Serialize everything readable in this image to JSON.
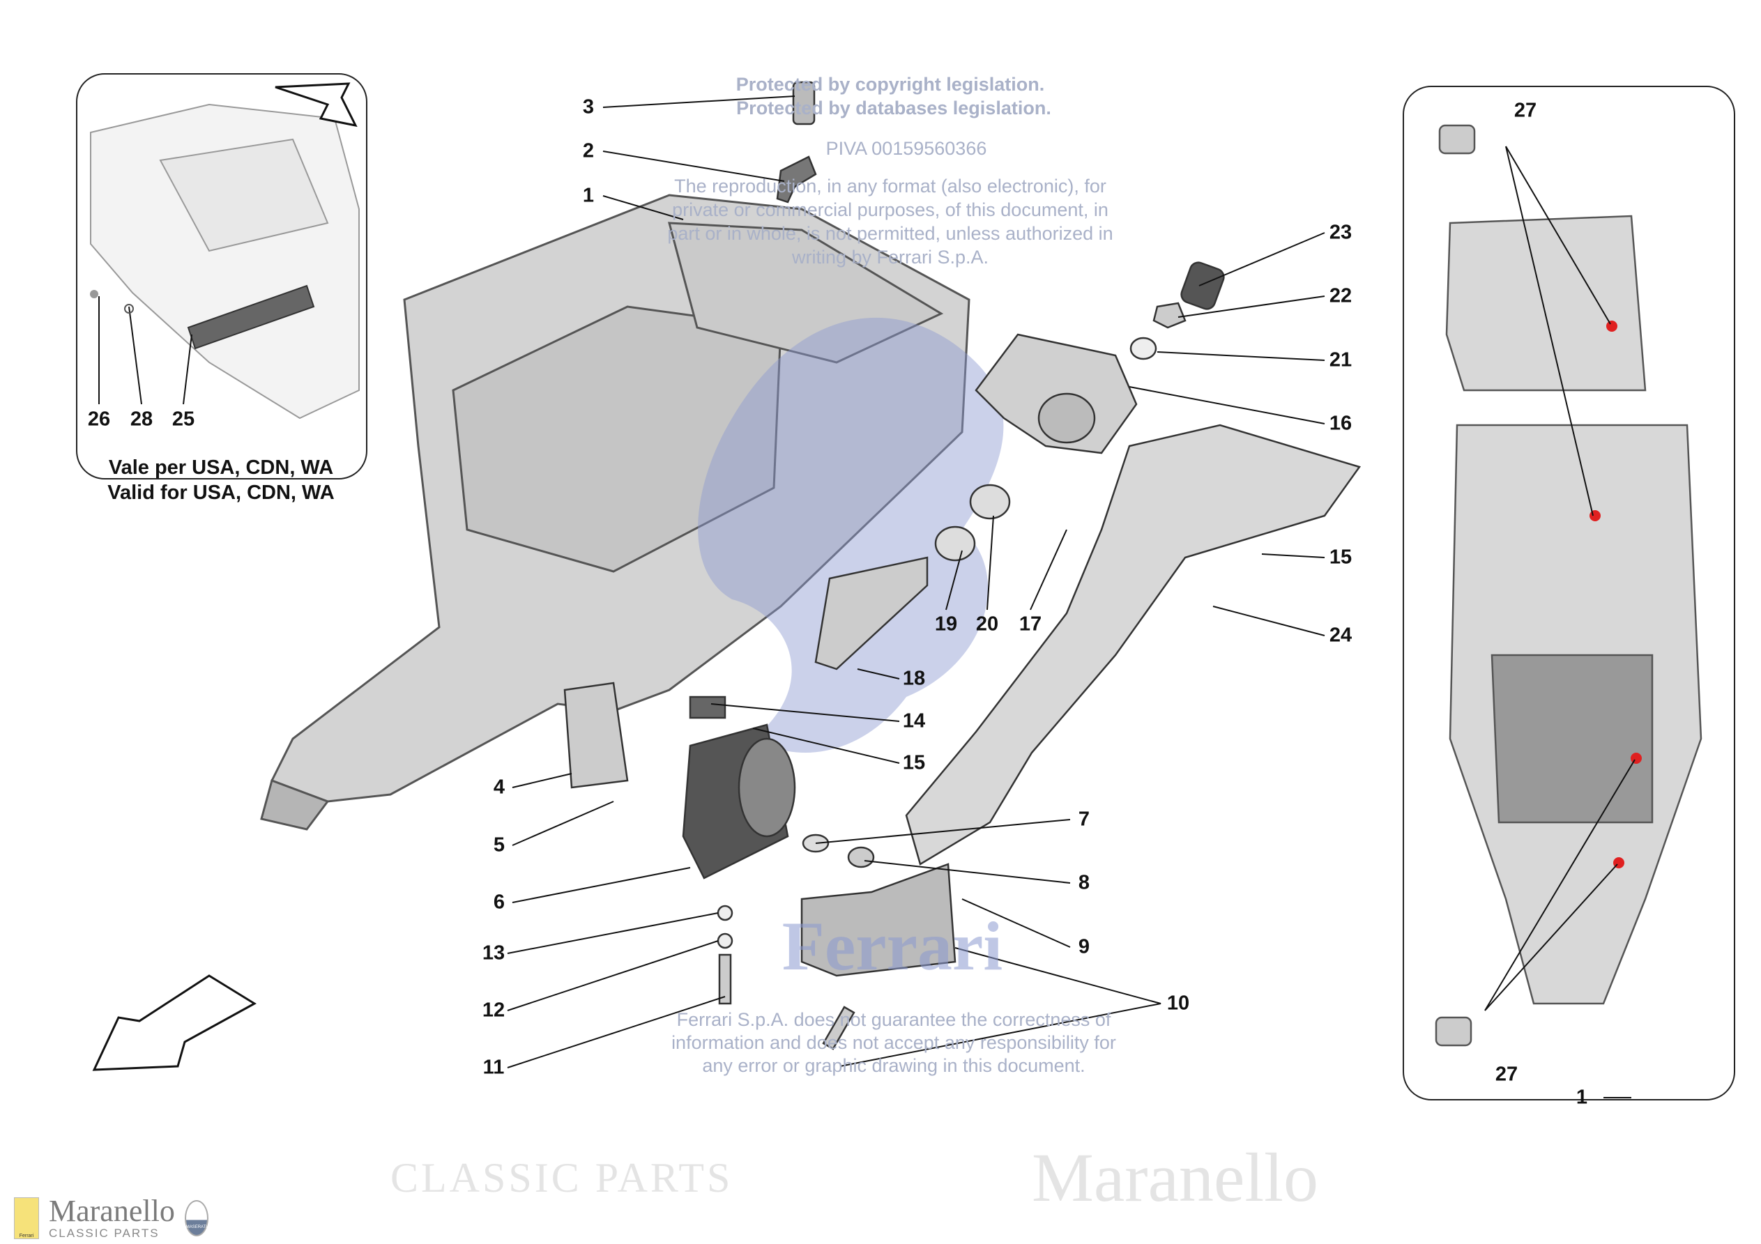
{
  "watermark": {
    "line1": "Protected by copyright legislation.",
    "line2": "Protected by databases legislation.",
    "piva": "PIVA 00159560366",
    "repro": [
      "The reproduction, in any format (also electronic), for",
      "private or commercial purposes, of this document, in",
      "part or in whole, is not permitted, unless authorized in",
      "writing by Ferrari S.p.A."
    ],
    "disclaimer": [
      "Ferrari S.p.A. does not guarantee the correctness of",
      "information and does not accept any responsibility for",
      "any error or graphic drawing in this document."
    ],
    "center_logo": "Ferrari",
    "background_words": [
      "Maranello",
      "CLASSIC PARTS"
    ]
  },
  "inset": {
    "note_it": "Vale per USA, CDN, WA",
    "note_en": "Valid for USA, CDN, WA",
    "callouts": [
      "26",
      "28",
      "25"
    ]
  },
  "callouts": {
    "c3": "3",
    "c2": "2",
    "c1": "1",
    "c23": "23",
    "c22": "22",
    "c21": "21",
    "c16": "16",
    "c15a": "15",
    "c24": "24",
    "c19": "19",
    "c20": "20",
    "c17": "17",
    "c18": "18",
    "c14": "14",
    "c15b": "15",
    "c4": "4",
    "c5": "5",
    "c6": "6",
    "c7": "7",
    "c8": "8",
    "c9": "9",
    "c10": "10",
    "c13": "13",
    "c12": "12",
    "c11": "11"
  },
  "right_panel": {
    "callouts": [
      "27",
      "27",
      "1"
    ]
  },
  "logo": {
    "brand": "Maranello",
    "sub": "CLASSIC PARTS",
    "badge": "Ferrari",
    "badge2": "MASERATI"
  },
  "colors": {
    "marker": "#e02020",
    "watermark": "#a9b1c8",
    "part": "#c8c8c8"
  }
}
